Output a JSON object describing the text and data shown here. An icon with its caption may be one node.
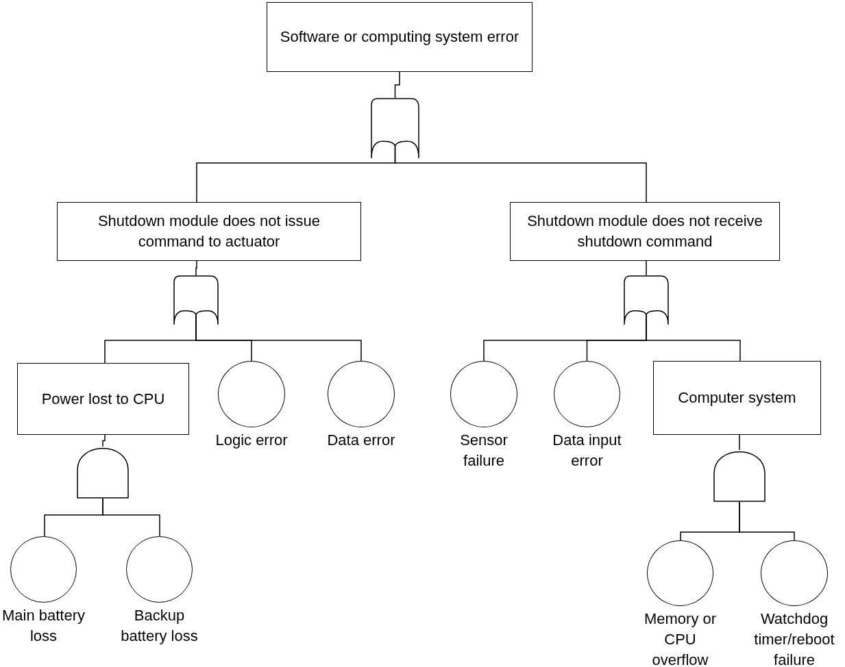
{
  "diagram": {
    "nodes": [
      {
        "text": [
          "Software or computing system error"
        ]
      },
      {
        "text": [],
        "shape": "or-gate"
      },
      {
        "text": [
          "Shutdown module does not issue command to actuator"
        ]
      },
      {
        "text": [
          "Shutdown module does not receive shutdown command"
        ]
      },
      {
        "text": [],
        "shape": "or-gate"
      },
      {
        "text": [],
        "shape": "or-gate"
      },
      {
        "text": [
          "Power lost to CPU"
        ]
      },
      {
        "text": [],
        "shape": "circle",
        "beside": [
          "Logic error"
        ]
      },
      {
        "text": [],
        "shape": "circle",
        "beside": [
          "Data error"
        ]
      },
      {
        "text": [],
        "shape": "circle",
        "beside": [
          "Sensor failure"
        ]
      },
      {
        "text": [],
        "shape": "circle",
        "beside": [
          "Data input error"
        ]
      },
      {
        "text": [
          "Computer system"
        ]
      },
      {
        "text": [],
        "shape": "and-gate"
      },
      {
        "text": [],
        "shape": "and-gate"
      },
      {
        "text": [],
        "shape": "circle",
        "beside": [
          "Main battery loss"
        ]
      },
      {
        "text": [],
        "shape": "circle",
        "beside": [
          "Backup battery loss"
        ]
      },
      {
        "text": [],
        "shape": "circle",
        "beside": [
          "Memory or CPU overflow"
        ]
      },
      {
        "text": [],
        "shape": "circle",
        "beside": [
          "Watchdog timer/reboot failure"
        ]
      }
    ],
    "edges": [
      {
        "from": 0,
        "to": 1,
        "arrow": "none"
      },
      {
        "from": 1,
        "to": 2,
        "arrow": "none"
      },
      {
        "from": 1,
        "to": 3,
        "arrow": "none"
      },
      {
        "from": 2,
        "to": 4,
        "arrow": "none"
      },
      {
        "from": 3,
        "to": 5,
        "arrow": "none"
      },
      {
        "from": 4,
        "to": 6,
        "arrow": "none"
      },
      {
        "from": 4,
        "to": 7,
        "arrow": "none"
      },
      {
        "from": 4,
        "to": 8,
        "arrow": "none"
      },
      {
        "from": 5,
        "to": 9,
        "arrow": "none"
      },
      {
        "from": 5,
        "to": 10,
        "arrow": "none"
      },
      {
        "from": 5,
        "to": 11,
        "arrow": "none"
      },
      {
        "from": 6,
        "to": 12,
        "arrow": "none"
      },
      {
        "from": 11,
        "to": 13,
        "arrow": "none"
      },
      {
        "from": 12,
        "to": 14,
        "arrow": "none"
      },
      {
        "from": 12,
        "to": 15,
        "arrow": "none"
      },
      {
        "from": 13,
        "to": 16,
        "arrow": "none"
      },
      {
        "from": 13,
        "to": 17,
        "arrow": "none"
      }
    ]
  }
}
